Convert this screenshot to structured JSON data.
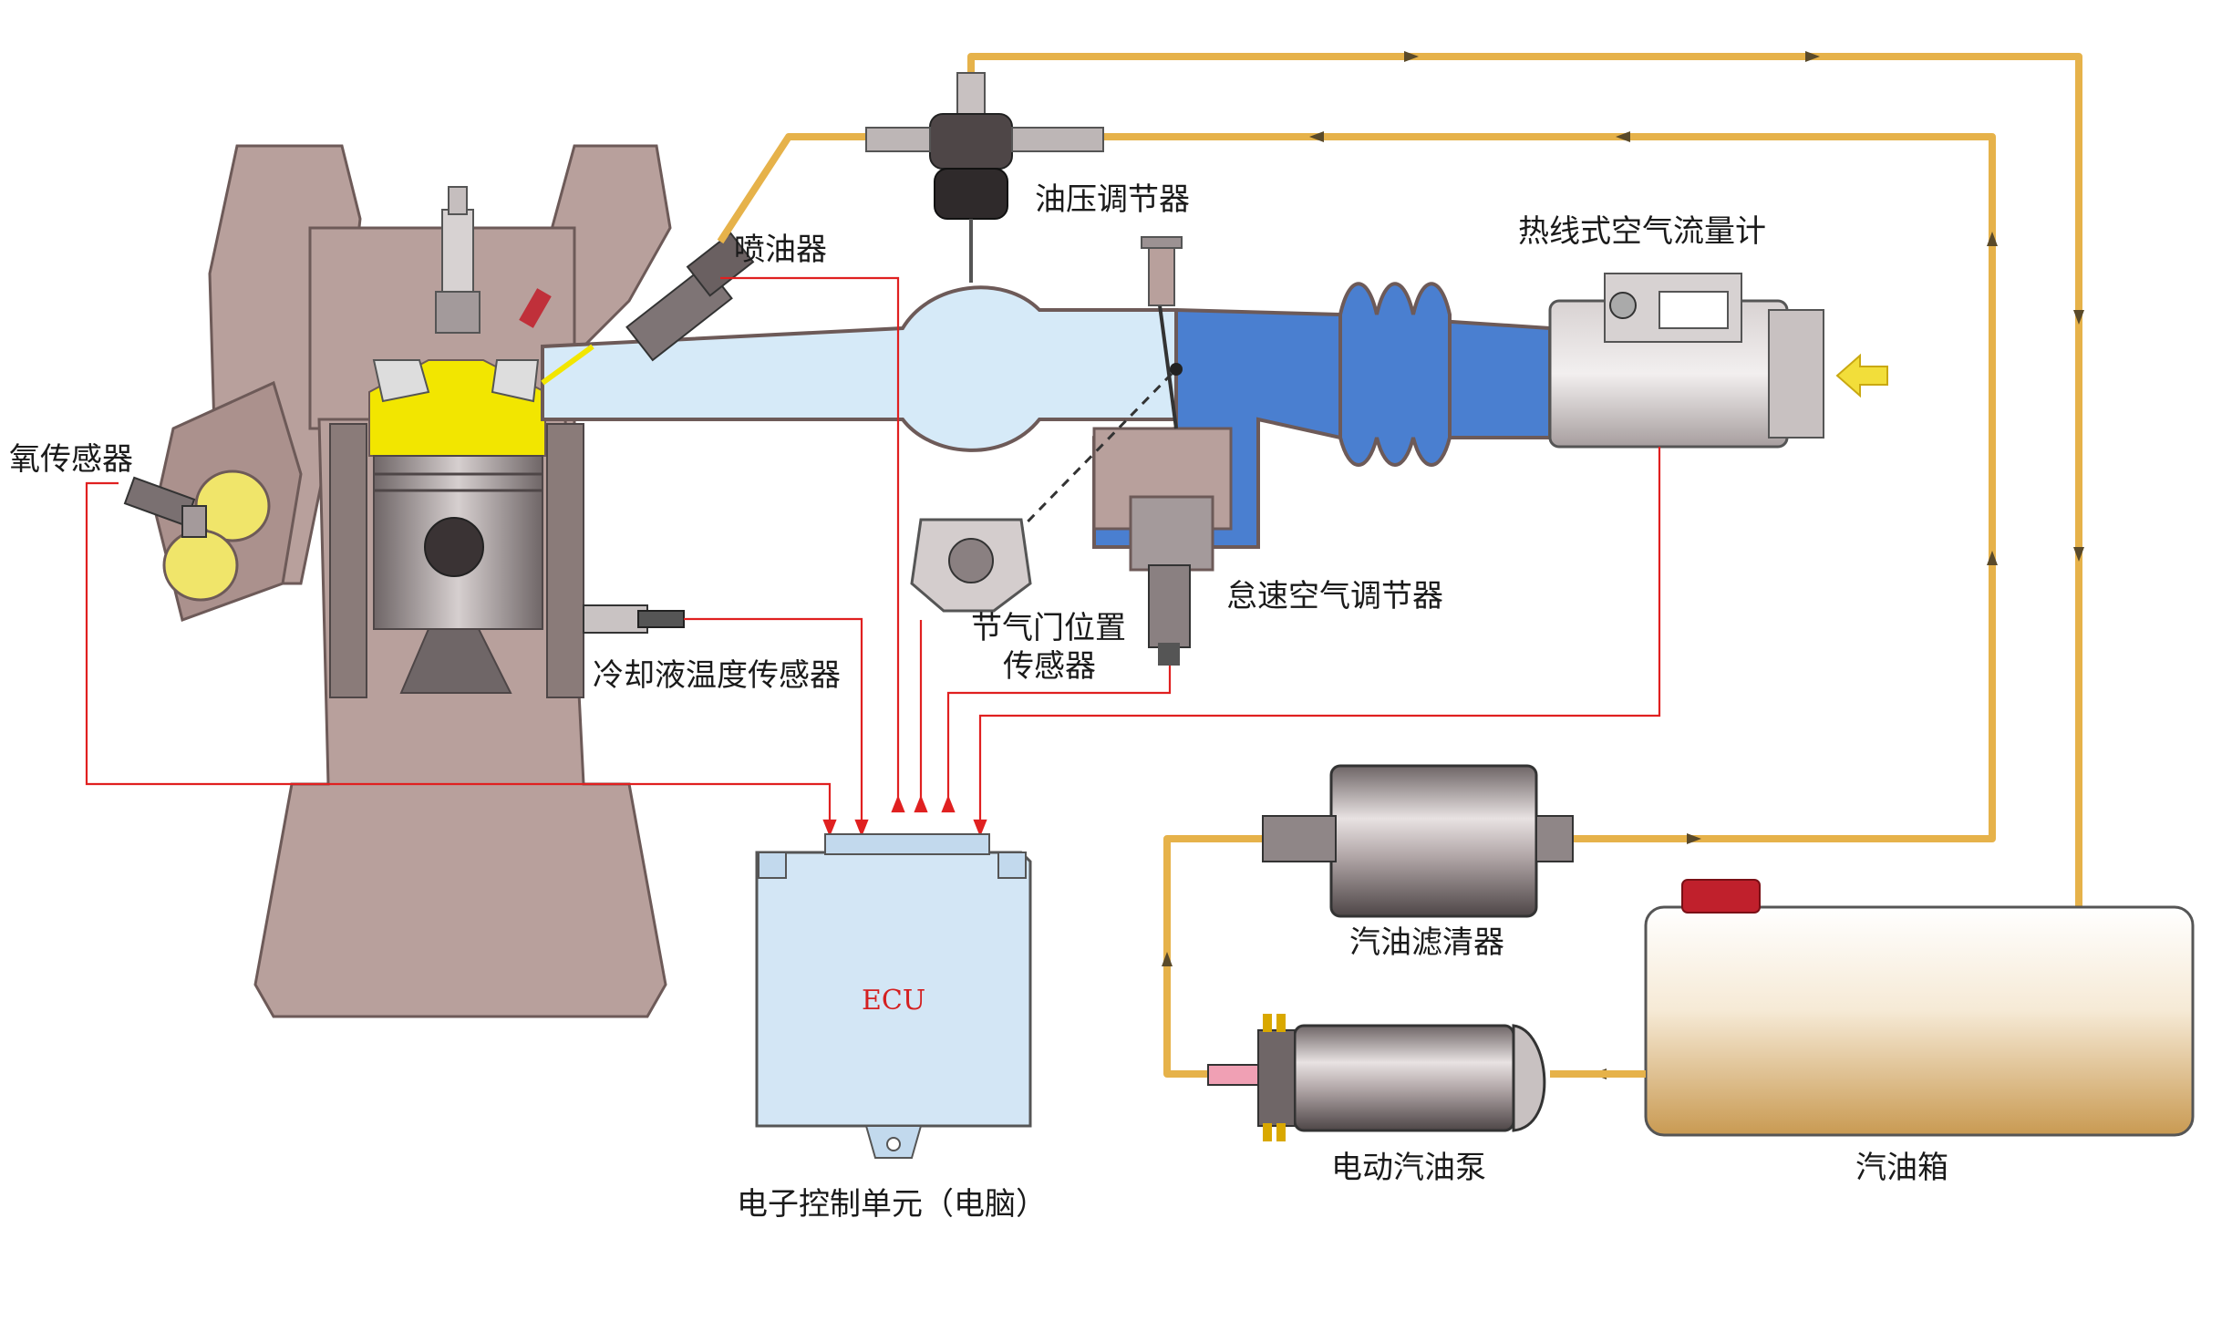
{
  "labels": {
    "oxygen_sensor": "氧传感器",
    "injector": "喷油器",
    "pressure_regulator": "油压调节器",
    "maf_sensor": "热线式空气流量计",
    "idle_air_regulator": "怠速空气调节器",
    "tps_line1": "节气门位置",
    "tps_line2": "传感器",
    "coolant_sensor": "冷却液温度传感器",
    "ecu_caption": "电子控制单元（电脑）",
    "ecu_text": "ECU",
    "fuel_filter": "汽油滤清器",
    "fuel_pump": "电动汽油泵",
    "fuel_tank": "汽油箱"
  },
  "colors": {
    "fuel_line": "#e6b24a",
    "signal_line": "#e02020",
    "engine_body": "#b8a09c",
    "combustion_chamber": "#f2e600",
    "intake_air_light": "#d6eaf8",
    "intake_air_dark": "#4a7fd0",
    "ecu_box": "#d3e6f5",
    "airflow_arrow": "#f2de3a"
  },
  "icons": {
    "airflow": "arrow-left-icon",
    "fuel_direction": "flow-arrow-icon"
  }
}
